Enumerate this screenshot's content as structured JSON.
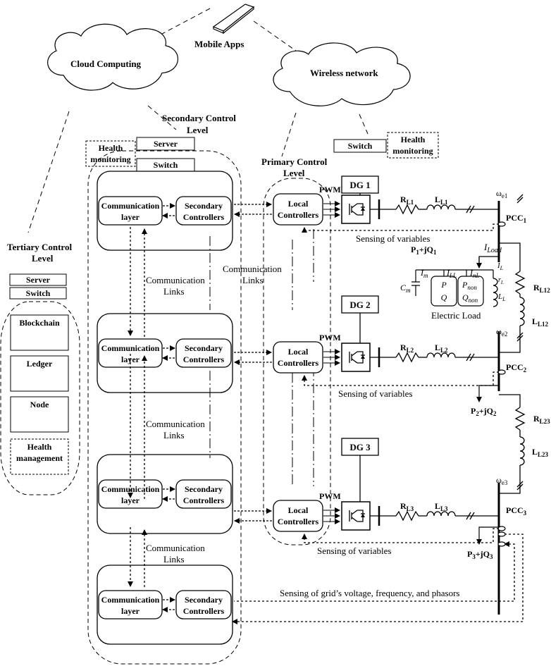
{
  "top": {
    "cloud_computing": "Cloud Computing",
    "mobile_apps": "Mobile Apps",
    "wireless_network": "Wireless network"
  },
  "tertiary": {
    "title_line1": "Tertiary Control",
    "title_line2": "Level",
    "server": "Server",
    "switch": "Switch",
    "items": [
      "Blockchain",
      "Ledger",
      "Node"
    ],
    "health_line1": "Health",
    "health_line2": "management"
  },
  "secondary": {
    "title_line1": "Secondary Control",
    "title_line2": "Level",
    "health_line1": "Health",
    "health_line2": "monitoring",
    "server": "Server",
    "switch": "Switch",
    "comm_line1": "Communication",
    "comm_line2": "layer",
    "ctrl_line1": "Secondary",
    "ctrl_line2": "Controllers",
    "links_line1": "Communication",
    "links_line2": "Links"
  },
  "primary": {
    "title_line1": "Primary Control",
    "title_line2": "Level",
    "switch": "Switch",
    "health_line1": "Health",
    "health_line2": "monitoring",
    "local_line1": "Local",
    "local_line2": "Controllers",
    "pwm": "PWM",
    "links_line1": "Communication",
    "links_line2": "Links"
  },
  "dgs": [
    "DG 1",
    "DG 2",
    "DG 3"
  ],
  "power": {
    "r": "R",
    "l": "L",
    "line_subs": [
      "L1",
      "L2",
      "L3"
    ],
    "omega": "ω",
    "omega_subs": [
      "e1",
      "e2",
      "e3"
    ],
    "pcc": "PCC",
    "pcc_subs": [
      "1",
      "2",
      "3"
    ],
    "r12": "R",
    "r12_sub": "L12",
    "l12": "L",
    "l12_sub": "L12",
    "r23": "R",
    "r23_sub": "L23",
    "l23": "L",
    "l23_sub": "L23",
    "sensing": "Sensing of variables",
    "sensing_grid": "Sensing of grid’s voltage, frequency, and phasors",
    "pq1_p": "P",
    "pq1_mid": "+jQ",
    "pq2_p": "P",
    "pq2_mid": "+jQ",
    "pq3_p": "P",
    "pq3_mid": "+jQ"
  },
  "load": {
    "i_load": "I",
    "i_load_sub": "Load",
    "im": "I",
    "im_sub": "m",
    "ill": "I",
    "ill_sub": "LL",
    "inl": "I",
    "inl_sub": "nL",
    "il": "I",
    "il_sub": "L",
    "cm": "C",
    "cm_sub": "m",
    "p": "P",
    "q": "Q",
    "pnon": "P",
    "pnon_sub": "non",
    "qnon": "Q",
    "qnon_sub": "non",
    "rl": "r",
    "rl_sub": "L",
    "ll": "L",
    "ll_sub": "L",
    "electric_load": "Electric Load"
  }
}
